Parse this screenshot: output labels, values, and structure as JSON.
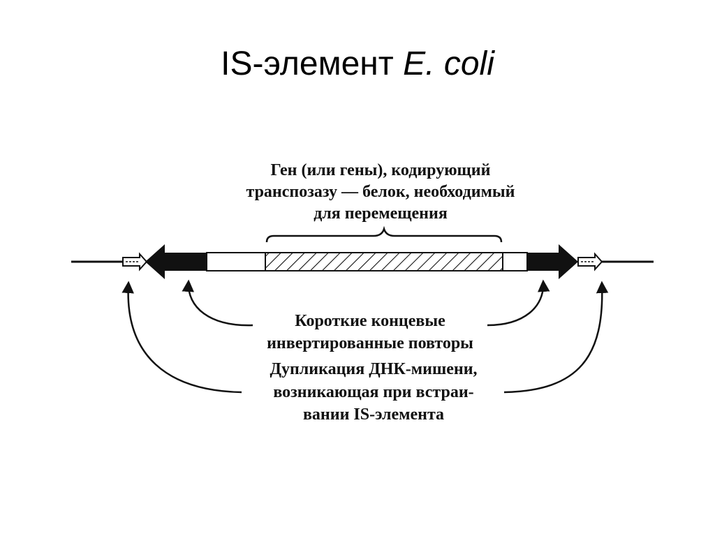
{
  "title": {
    "main": "IS-элемент",
    "organism": "E. coli"
  },
  "diagram": {
    "gene_label": [
      "Ген (или гены), кодирующий",
      "транспозазу — белок, необходимый",
      "для перемещения"
    ],
    "repeats_label": [
      "Короткие концевые",
      "инвертированные повторы"
    ],
    "duplication_label": [
      "Дупликация ДНК-мишени,",
      "возникающая при встраи-",
      "вании IS-элемента"
    ]
  },
  "colors": {
    "ink": "#111111",
    "background": "#ffffff"
  }
}
